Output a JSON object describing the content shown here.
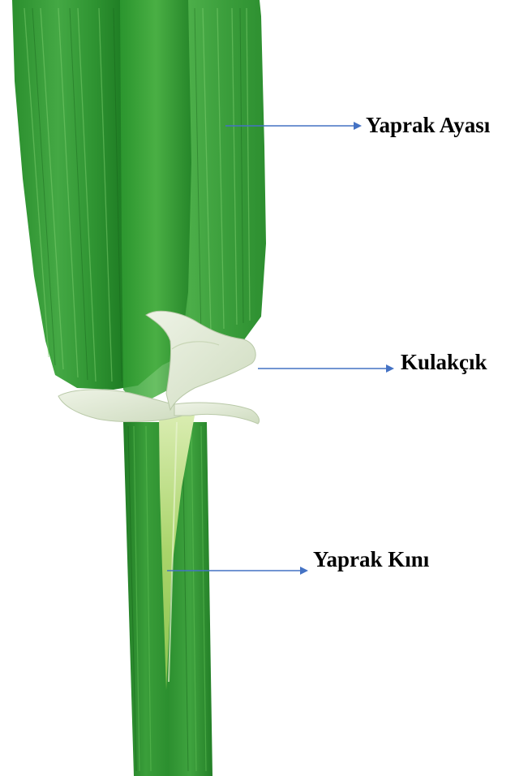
{
  "labels": {
    "blade": "Yaprak Ayası",
    "auricle": "Kulakçık",
    "sheath": "Yaprak Kını"
  },
  "colors": {
    "arrow": "#4472C4",
    "leaf_dark": "#1f7a22",
    "leaf_mid": "#2f9a34",
    "leaf_light": "#6cc25f",
    "auricle": "#e3ebd6",
    "ligule_inner": "#b8dc7a"
  }
}
